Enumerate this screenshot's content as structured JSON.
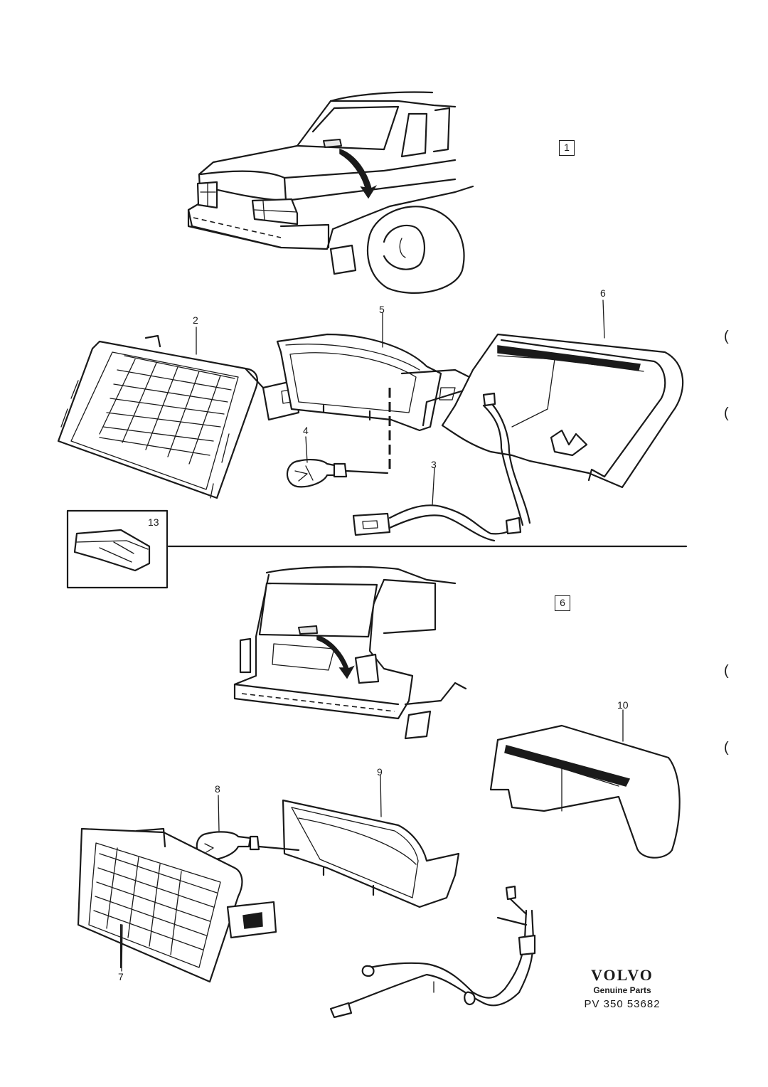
{
  "callouts": {
    "c1": "1",
    "c2": "2",
    "c3": "3",
    "c4": "4",
    "c5": "5",
    "c6a": "6",
    "c6b": "6",
    "c7": "7",
    "c8": "8",
    "c9": "9",
    "c10": "10",
    "c13": "13"
  },
  "brand": {
    "logo": "VOLVO",
    "subtitle": "Genuine Parts",
    "code": "PV 350 53682"
  },
  "margin_marks": [
    "(",
    "(",
    "(",
    "("
  ]
}
